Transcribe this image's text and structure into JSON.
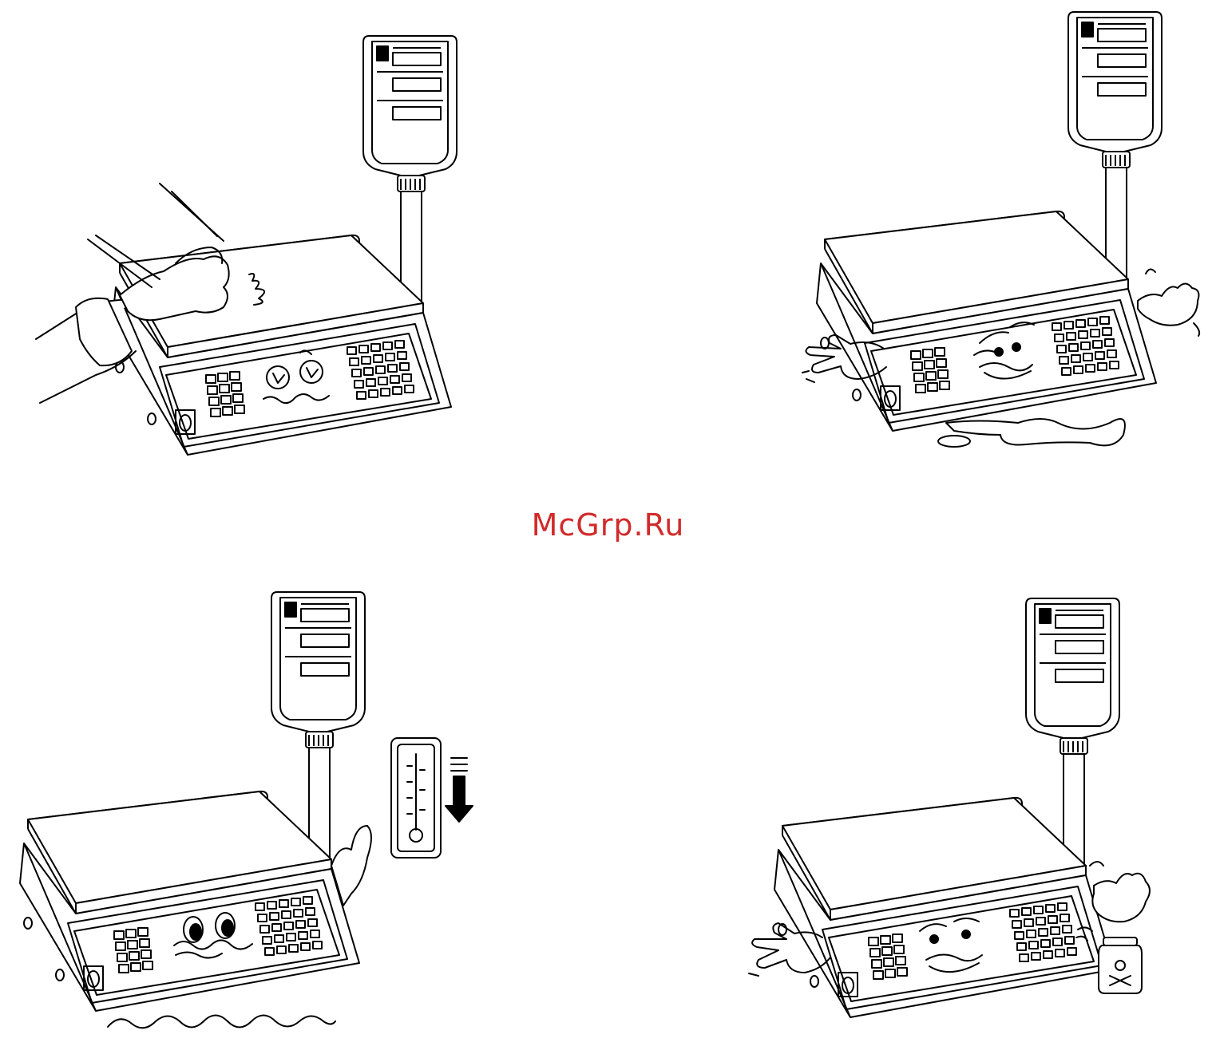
{
  "watermark": {
    "text": "McGrp.Ru",
    "color": "#d22a2a"
  },
  "illustrations": [
    {
      "id": "p1",
      "icon": "scale-wiping-cloth-icon"
    },
    {
      "id": "p2",
      "icon": "scale-water-spill-icon"
    },
    {
      "id": "p3",
      "icon": "scale-cold-temperature-icon"
    },
    {
      "id": "p4",
      "icon": "scale-chemical-hazard-icon"
    }
  ],
  "colors": {
    "line": "#000000",
    "background": "#ffffff"
  }
}
